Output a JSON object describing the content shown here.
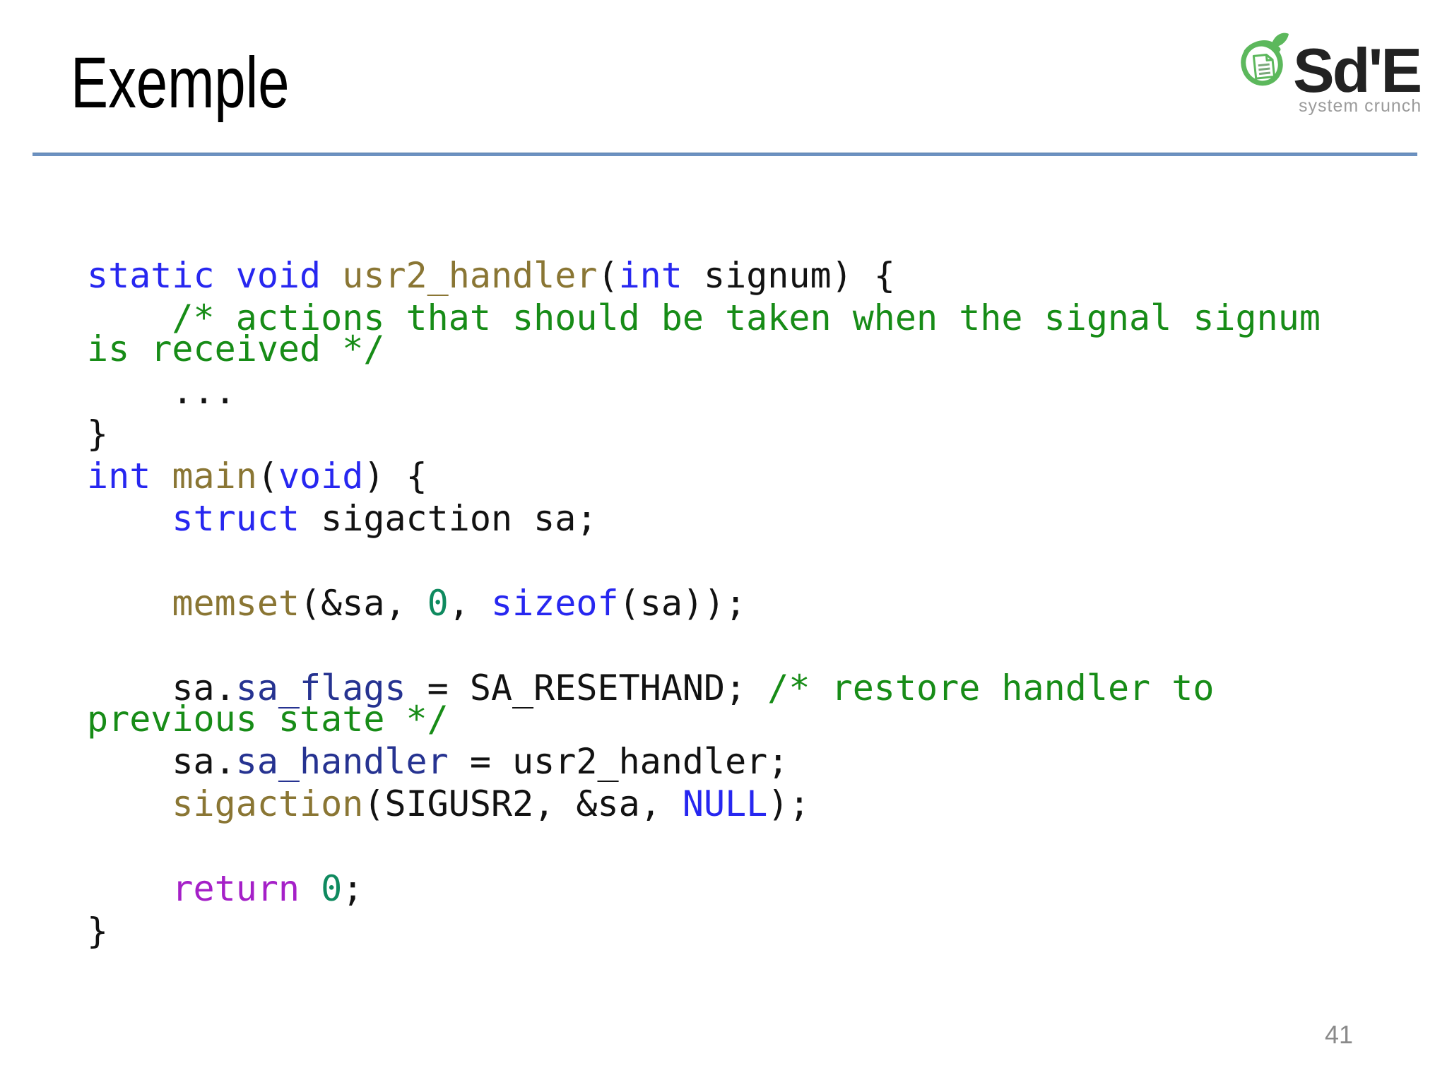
{
  "slide": {
    "title": "Exemple",
    "page_number": "41"
  },
  "logo": {
    "name": "Sd'E",
    "tagline": "system crunch",
    "green": "#5cb85c",
    "text_color": "#222222",
    "tagline_color": "#9b9b9b"
  },
  "divider_color": "#6d92c1",
  "code": {
    "palette": {
      "kw": "#2727f0",
      "fn": "#8a7634",
      "cm": "#178c17",
      "num": "#0f8a5f",
      "mem": "#263391",
      "ret": "#a520c8",
      "pl": "#121212"
    },
    "token_names": {
      "kw": "keyword",
      "fn": "function-name",
      "cm": "comment",
      "num": "number",
      "mem": "struct-member",
      "ret": "return-keyword",
      "pl": "plain"
    },
    "paragraphs": [
      {
        "lines": [
          [
            {
              "c": "kw",
              "t": "static void "
            },
            {
              "c": "fn",
              "t": "usr2_handler"
            },
            {
              "c": "pl",
              "t": "("
            },
            {
              "c": "kw",
              "t": "int"
            },
            {
              "c": "pl",
              "t": " signum) {"
            }
          ]
        ]
      },
      {
        "lines": [
          [
            {
              "c": "cm",
              "t": "    /* actions that should be taken when the signal signum"
            }
          ],
          [
            {
              "c": "cm",
              "t": "is received */"
            }
          ]
        ]
      },
      {
        "lines": [
          [
            {
              "c": "pl",
              "t": "    ..."
            }
          ]
        ]
      },
      {
        "lines": [
          [
            {
              "c": "pl",
              "t": "}"
            }
          ]
        ]
      },
      {
        "lines": [
          [
            {
              "c": "kw",
              "t": "int"
            },
            {
              "c": "pl",
              "t": " "
            },
            {
              "c": "fn",
              "t": "main"
            },
            {
              "c": "pl",
              "t": "("
            },
            {
              "c": "kw",
              "t": "void"
            },
            {
              "c": "pl",
              "t": ") {"
            }
          ]
        ]
      },
      {
        "lines": [
          [
            {
              "c": "pl",
              "t": "    "
            },
            {
              "c": "kw",
              "t": "struct"
            },
            {
              "c": "pl",
              "t": " sigaction sa;"
            }
          ]
        ]
      },
      {
        "lines": [
          []
        ]
      },
      {
        "lines": [
          [
            {
              "c": "pl",
              "t": "    "
            },
            {
              "c": "fn",
              "t": "memset"
            },
            {
              "c": "pl",
              "t": "(&sa, "
            },
            {
              "c": "num",
              "t": "0"
            },
            {
              "c": "pl",
              "t": ", "
            },
            {
              "c": "kw",
              "t": "sizeof"
            },
            {
              "c": "pl",
              "t": "(sa));"
            }
          ]
        ]
      },
      {
        "lines": [
          []
        ]
      },
      {
        "lines": [
          [
            {
              "c": "pl",
              "t": "    sa."
            },
            {
              "c": "mem",
              "t": "sa_flags"
            },
            {
              "c": "pl",
              "t": " = SA_RESETHAND; "
            },
            {
              "c": "cm",
              "t": "/* restore handler to"
            }
          ],
          [
            {
              "c": "cm",
              "t": "previous state */"
            }
          ]
        ]
      },
      {
        "lines": [
          [
            {
              "c": "pl",
              "t": "    sa."
            },
            {
              "c": "mem",
              "t": "sa_handler"
            },
            {
              "c": "pl",
              "t": " = usr2_handler;"
            }
          ]
        ]
      },
      {
        "lines": [
          [
            {
              "c": "pl",
              "t": "    "
            },
            {
              "c": "fn",
              "t": "sigaction"
            },
            {
              "c": "pl",
              "t": "(SIGUSR2, &sa, "
            },
            {
              "c": "kw",
              "t": "NULL"
            },
            {
              "c": "pl",
              "t": ");"
            }
          ]
        ]
      },
      {
        "lines": [
          []
        ]
      },
      {
        "lines": [
          [
            {
              "c": "pl",
              "t": "    "
            },
            {
              "c": "ret",
              "t": "return"
            },
            {
              "c": "pl",
              "t": " "
            },
            {
              "c": "num",
              "t": "0"
            },
            {
              "c": "pl",
              "t": ";"
            }
          ]
        ]
      },
      {
        "lines": [
          [
            {
              "c": "pl",
              "t": "}"
            }
          ]
        ]
      }
    ]
  }
}
